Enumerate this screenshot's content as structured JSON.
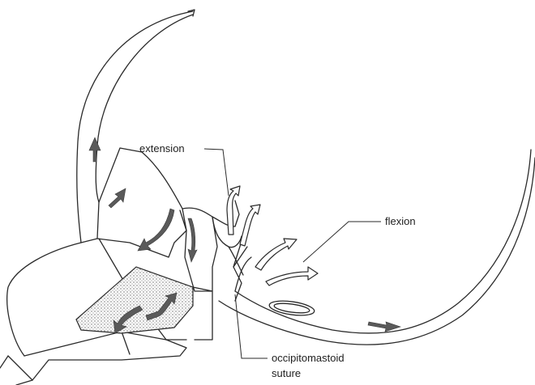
{
  "labels": {
    "extension": "extension",
    "flexion": "flexion",
    "suture_line1": "occipitomastoid",
    "suture_line2": "suture"
  },
  "colors": {
    "line": "#2a2a2a",
    "arrow_fill": "#5a5a5a",
    "stipple_fill": "#b8b8b8",
    "background": "#ffffff"
  }
}
